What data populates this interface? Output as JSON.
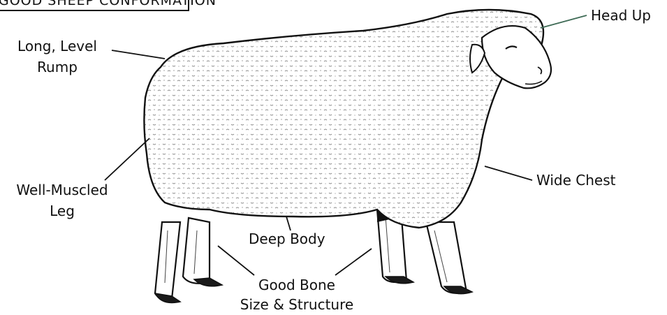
{
  "title": "GOOD SHEEP CONFORMATION",
  "labels": {
    "head_up": "Head Up",
    "rump_line1": "Long, Level",
    "rump_line2": "Rump",
    "leg_line1": "Well-Muscled",
    "leg_line2": "Leg",
    "wide_chest": "Wide Chest",
    "deep_body": "Deep Body",
    "bone_line1": "Good Bone",
    "bone_line2": "Size & Structure"
  },
  "colors": {
    "line": "#111111",
    "head_leader": "#3f6b56",
    "wool_shade": "#cfcfcf",
    "hoof": "#1a1a1a"
  }
}
